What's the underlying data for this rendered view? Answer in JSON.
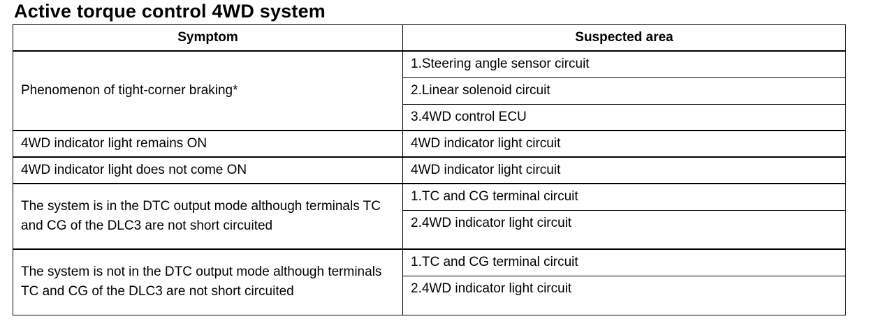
{
  "title": "Active torque control 4WD system",
  "headers": {
    "symptom": "Symptom",
    "suspected_area": "Suspected area"
  },
  "rows": [
    {
      "symptom": "Phenomenon of tight-corner braking*",
      "areas": [
        "1.Steering angle sensor circuit",
        "2.Linear solenoid circuit",
        "3.4WD control ECU"
      ]
    },
    {
      "symptom": "4WD indicator light remains ON",
      "areas": [
        "4WD indicator light circuit"
      ]
    },
    {
      "symptom": "4WD indicator light does not come ON",
      "areas": [
        "4WD indicator light circuit"
      ]
    },
    {
      "symptom": "The system is in the DTC output mode although terminals TC and CG of the DLC3 are not short circuited",
      "areas": [
        "1.TC and CG terminal circuit",
        "2.4WD indicator light circuit"
      ]
    },
    {
      "symptom": "The system is not in the DTC output mode although terminals TC and CG of the DLC3 are not short circuited",
      "areas": [
        "1.TC and CG terminal circuit",
        "2.4WD indicator light circuit"
      ]
    }
  ]
}
